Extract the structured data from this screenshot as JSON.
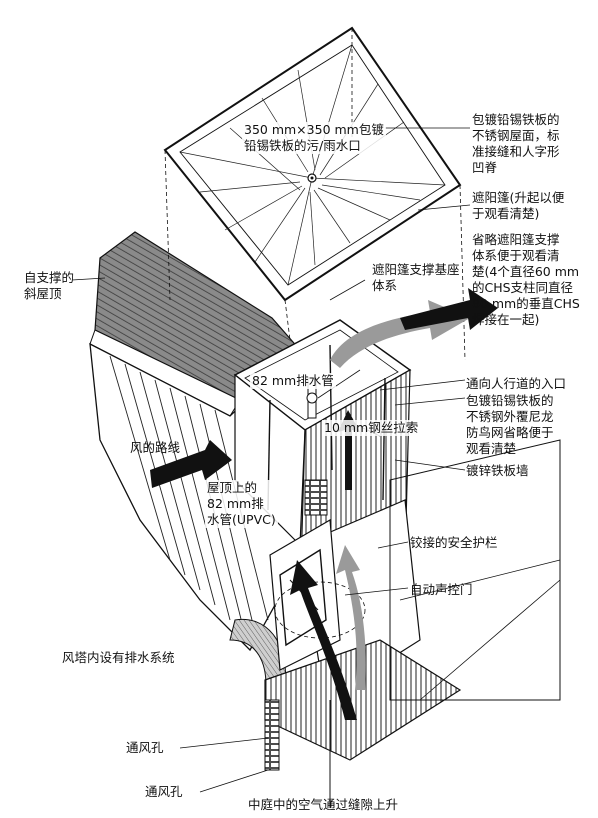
{
  "labels": {
    "roof_drain": "350 mm×350 mm包镀\n铅锡铁板的污/雨水口",
    "roof_sheet": "包镀铅锡铁板的\n不锈钢屋面，标\n准接缝和人字形\n凹脊",
    "sunshade": "遮阳篷(升起以便\n于观看清楚)",
    "sunshade_support_omitted": "省略遮阳篷支撑\n体系便于观看清\n楚(4个直径60 mm\n的CHS支柱同直径\n80 mm的垂直CHS\n焊接在一起)",
    "sunshade_base": "遮阳篷支撑基座\n体系",
    "self_supporting_roof": "自支撑的\n斜屋顶",
    "drain_pipe_82": "82 mm排水管",
    "walkway_entrance": "通向人行道的入口",
    "mesh_cover": "包镀铅锡铁板的\n不锈钢外覆尼龙\n防鸟网省略便于\n观看清楚",
    "steel_cable": "10 mm钢丝拉索",
    "wind_path": "风的路线",
    "roof_drain_upvc": "屋顶上的\n82 mm排\n水管(UPVC)",
    "galvanized_wall": "镀锌铁板墙",
    "safety_rail": "铰接的安全护栏",
    "auto_door": "自动声控门",
    "drainage_system": "风塔内设有排水系统",
    "vent_1": "通风孔",
    "vent_2": "通风孔",
    "courtyard_air": "中庭中的空气通过缝隙上升"
  },
  "colors": {
    "ink": "#111111",
    "roof_hatch": "#6e6e6e",
    "arrow": "#111111",
    "grey_arrow": "#9a9a9a"
  }
}
